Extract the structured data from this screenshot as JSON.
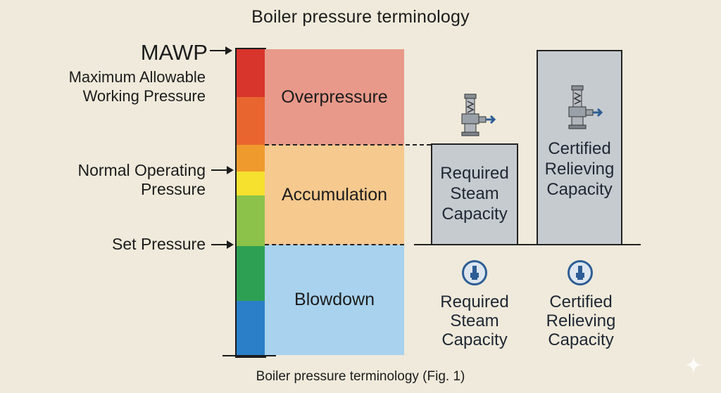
{
  "title": "Boiler pressure terminology",
  "caption": "Boiler pressure terminology (Fig. 1)",
  "labels": {
    "mawp": "MAWP",
    "mawp_line1": "Maximum Allowable",
    "mawp_line2": "Working Pressure",
    "nop_line1": "Normal Operating",
    "nop_line2": "Pressure",
    "set_pressure": "Set Pressure"
  },
  "zones": {
    "overpressure": "Overpressure",
    "accumulation": "Accumulation",
    "blowdown": "Blowdown"
  },
  "boxes": {
    "required": [
      "Required",
      "Steam",
      "Capacity"
    ],
    "certified": [
      "Certified",
      "Relieving",
      "Capacity"
    ]
  },
  "legend": {
    "required": [
      "Required",
      "Steam",
      "Capacity"
    ],
    "certified": [
      "Certified",
      "Relieving",
      "Capacity"
    ]
  },
  "icons": {
    "valve": "safety-valve-icon",
    "bullet": "valve-bullet-icon"
  },
  "colors": {
    "background": "#efeadb",
    "overpressure": "#e9998a",
    "accumulation": "#f6c98e",
    "blowdown": "#a8d2ee",
    "box": "#c6cbd0",
    "scale": [
      "#d8352c",
      "#e8652f",
      "#ef9a2d",
      "#f5e12e",
      "#8cc24a",
      "#2ea054",
      "#2a7fc8"
    ]
  }
}
